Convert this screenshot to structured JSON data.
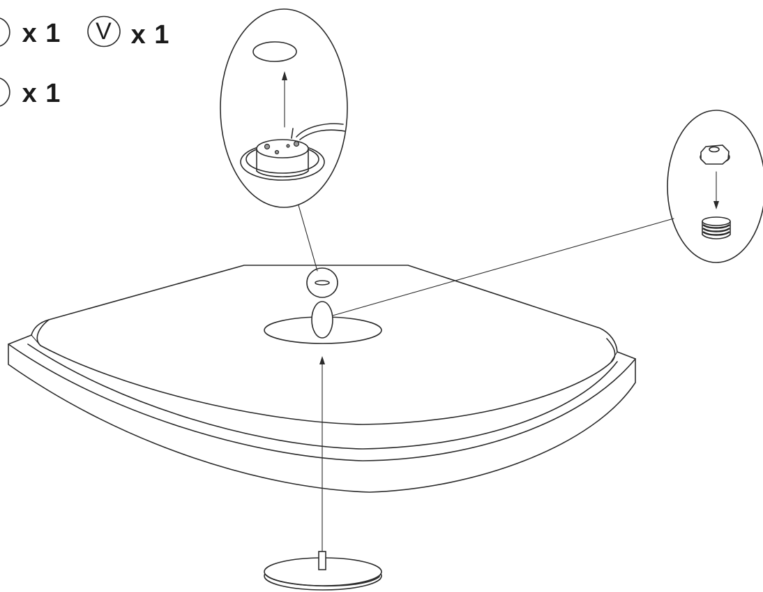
{
  "parts_list": {
    "row1_item1_qty": "x 1",
    "row1_item2_letter": "V",
    "row1_item2_qty": "x 1",
    "row2_item1_qty": "x 1"
  },
  "colors": {
    "line": "#2a2a2a",
    "background": "#ffffff"
  }
}
